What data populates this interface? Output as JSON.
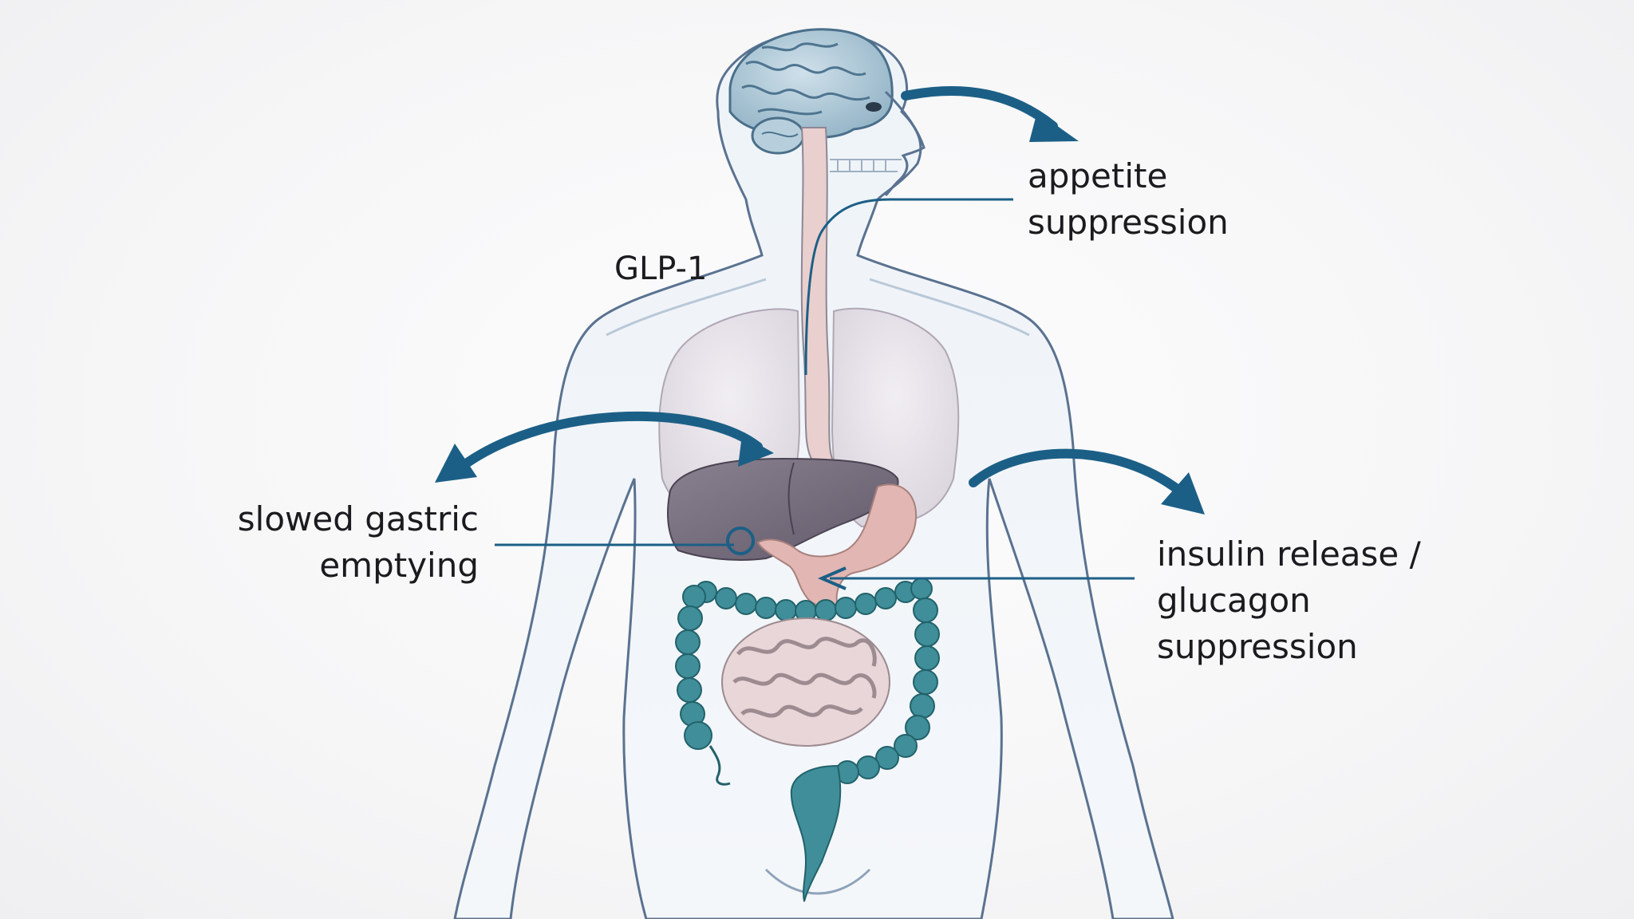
{
  "labels": {
    "glp": "GLP-1",
    "appetite_line1": "appetite",
    "appetite_line2": "suppression",
    "gastric_line1": "slowed gastric",
    "gastric_line2": "emptying",
    "insulin_line1": "insulin release /",
    "insulin_line2": "glucagon",
    "insulin_line3": "suppression"
  },
  "colors": {
    "arrow": "#1c5f86",
    "body_outline": "#5a7290",
    "brain": "#a9c6d6",
    "colon": "#3f8e99",
    "liver": "#7c7382",
    "stomach": "#e2b7b3",
    "lungs": "#e7e3ea",
    "small_intestine": "#e8d6d8"
  }
}
